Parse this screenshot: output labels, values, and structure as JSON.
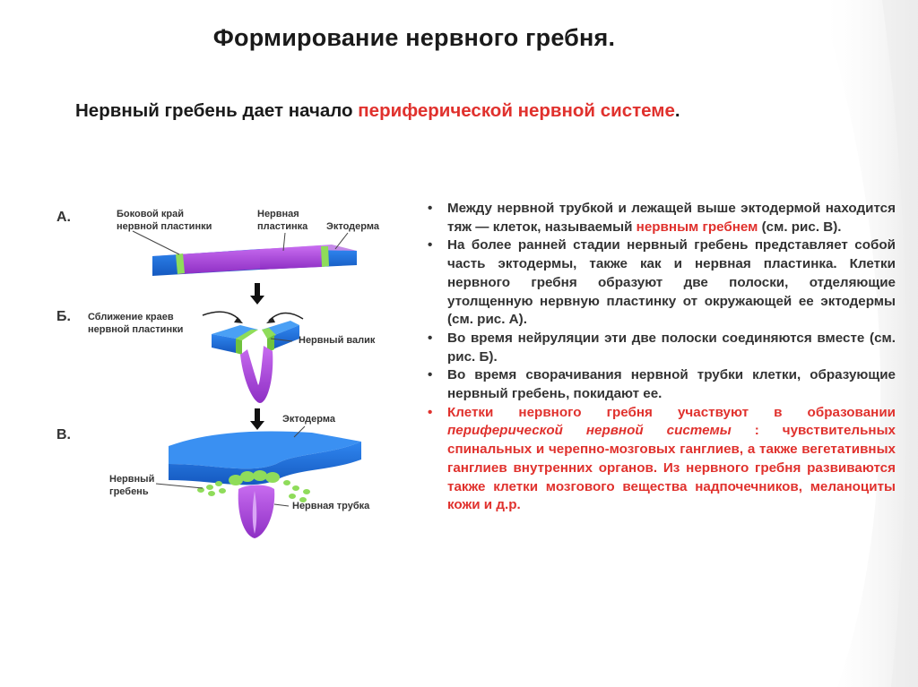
{
  "title": "Формирование нервного гребня.",
  "subtitle": {
    "prefix": "Нервный гребень дает начало ",
    "highlight": "периферической нервной системе",
    "suffix": "."
  },
  "figure": {
    "panel_a": {
      "letter": "А.",
      "label_edge_1": "Боковой край",
      "label_edge_2": "нервной пластинки",
      "label_plate_1": "Нервная",
      "label_plate_2": "пластинка",
      "label_ecto": "Эктодерма"
    },
    "panel_b": {
      "letter": "Б.",
      "label_conv_1": "Сближение краев",
      "label_conv_2": "нервной пластинки",
      "label_fold": "Нервный валик"
    },
    "panel_c": {
      "letter": "В.",
      "label_ecto": "Эктодерма",
      "label_crest_1": "Нервный",
      "label_crest_2": "гребень",
      "label_tube": "Нервная трубка"
    }
  },
  "bullets": {
    "b1": {
      "text": "Между нервной трубкой и лежащей выше эктодермой находится тяж — клеток, называемый ",
      "highlight": "нервным гребнем",
      "tail": " (см. рис. В)."
    },
    "b2": "На более ранней стадии нервный гребень представляет собой часть эктодермы, также как и нервная пластинка. Клетки нервного гребня образуют две полоски, отделяющие утолщенную нервную пластинку от окружающей ее эктодермы (см. рис. А).",
    "b3": "Во время нейруляции эти две полоски соединяются вместе (см. рис. Б).",
    "b4": "Во время сворачивания нервной трубки клетки, образующие нервный гребень, покидают ее.",
    "b5": {
      "part1": "Клетки нервного гребня участвуют в образовании ",
      "italic": "периферической нервной системы",
      "part2": " : чувствительных спинальных и черепно-мозговых ганглиев, а также вегетативных ганглиев внутренних органов. Из нервного гребня развиваются также клетки мозгового вещества надпочечников,  меланоциты кожи и д.р."
    }
  },
  "colors": {
    "accent_red": "#e0312d",
    "ectoderm_blue": "#1f6fd6",
    "neural_purple": "#b04ddc",
    "crest_green": "#8fdc5a"
  }
}
